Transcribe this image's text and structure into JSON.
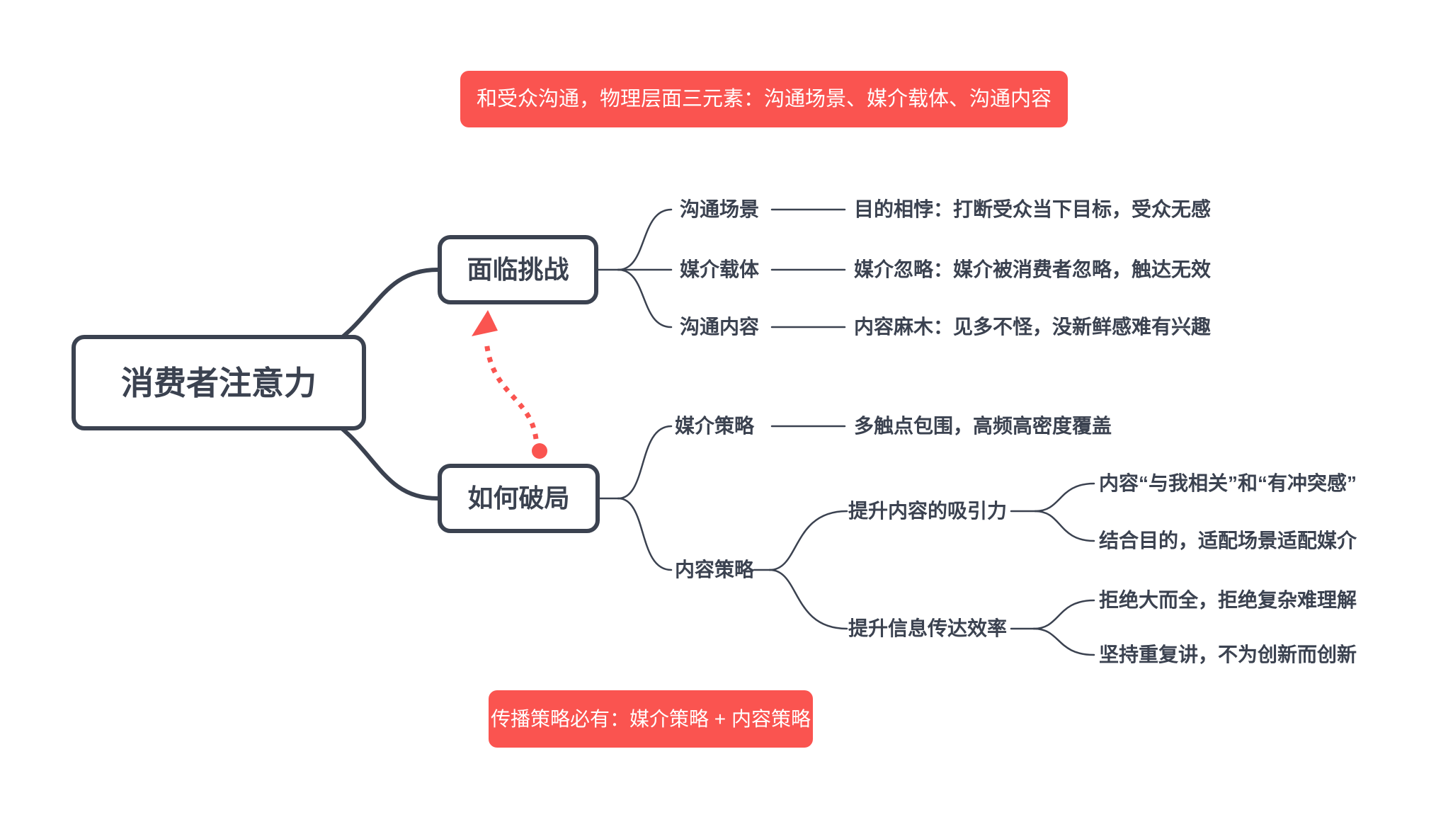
{
  "colors": {
    "ink": "#3b4250",
    "red": "#fa5450",
    "background": "#ffffff"
  },
  "banner_top": {
    "text": "和受众沟通，物理层面三元素：沟通场景、媒介载体、沟通内容"
  },
  "banner_bottom": {
    "text": "传播策略必有：媒介策略 + 内容策略"
  },
  "root": {
    "label": "消费者注意力"
  },
  "challenge": {
    "label": "面临挑战",
    "rows": [
      {
        "label": "沟通场景",
        "note": "目的相悖：打断受众当下目标，受众无感"
      },
      {
        "label": "媒介载体",
        "note": "媒介忽略：媒介被消费者忽略，触达无效"
      },
      {
        "label": "沟通内容",
        "note": "内容麻木：见多不怪，没新鲜感难有兴趣"
      }
    ]
  },
  "solution": {
    "label": "如何破局",
    "media": {
      "label": "媒介策略",
      "note": "多触点包围，高频高密度覆盖"
    },
    "content": {
      "label": "内容策略",
      "sub": [
        {
          "label": "提升内容的吸引力",
          "leaves": [
            "内容“与我相关”和“有冲突感”",
            "结合目的，适配场景适配媒介"
          ]
        },
        {
          "label": "提升信息传达效率",
          "leaves": [
            "拒绝大而全，拒绝复杂难理解",
            "坚持重复讲，不为创新而创新"
          ]
        }
      ]
    }
  }
}
